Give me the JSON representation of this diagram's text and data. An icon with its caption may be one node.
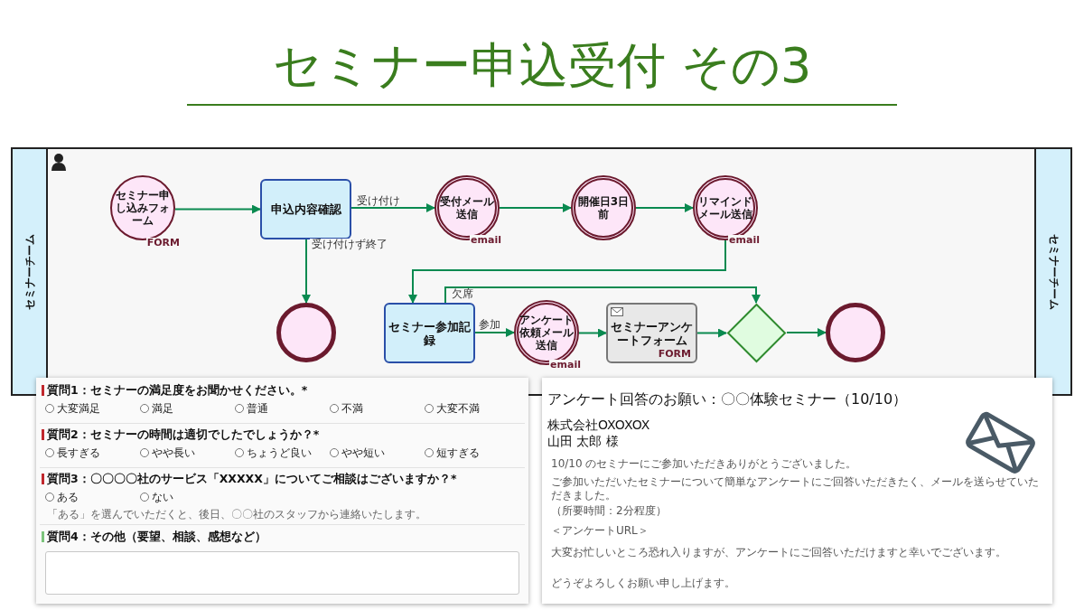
{
  "diagram": {
    "title": "セミナー申込受付 その3",
    "nodes": [
      {
        "text": [
          "セミナーチーム"
        ]
      },
      {
        "text": [
          "セミナーチーム"
        ]
      },
      {
        "text": [
          "セミナー申し込みフォーム",
          "FORM"
        ]
      },
      {
        "text": [
          "申込内容確認"
        ]
      },
      {
        "text": [
          "受付メール送信",
          "email"
        ]
      },
      {
        "text": [
          "開催日3日前"
        ]
      },
      {
        "text": [
          "リマインドメール送信",
          "email"
        ]
      },
      {
        "text": [],
        "shape": "circle"
      },
      {
        "text": [
          "セミナー参加記録"
        ]
      },
      {
        "text": [
          "アンケート依頼メール送信",
          "email"
        ]
      },
      {
        "text": [
          "セミナーアンケートフォーム",
          "FORM"
        ]
      },
      {
        "text": [],
        "shape": "diamond"
      },
      {
        "text": [],
        "shape": "circle"
      }
    ],
    "edges": [
      {
        "from": 2,
        "to": 3,
        "arrow": "to"
      },
      {
        "from": 3,
        "to": 4,
        "arrow": "to",
        "label": "受け付け"
      },
      {
        "from": 3,
        "to": 7,
        "arrow": "to",
        "label": "受け付けず終了"
      },
      {
        "from": 4,
        "to": 5,
        "arrow": "to"
      },
      {
        "from": 5,
        "to": 6,
        "arrow": "to"
      },
      {
        "from": 6,
        "to": 8,
        "arrow": "to"
      },
      {
        "from": 8,
        "to": 9,
        "arrow": "to",
        "label": "参加"
      },
      {
        "from": 8,
        "to": 11,
        "arrow": "to",
        "label": "欠席"
      },
      {
        "from": 9,
        "to": 10,
        "arrow": "to"
      },
      {
        "from": 10,
        "to": 11,
        "arrow": "to"
      },
      {
        "from": 11,
        "to": 12,
        "arrow": "to"
      }
    ],
    "labels": [
      "質問1：セミナーの満足度をお聞かせください。*",
      "大変満足",
      "満足",
      "普通",
      "不満",
      "大変不満",
      "質問2：セミナーの時間は適切でしたでしょうか？*",
      "長すぎる",
      "やや長い",
      "ちょうど良い",
      "やや短い",
      "短すぎる",
      "質問3：〇〇〇〇社のサービス「XXXXX」についてご相談はございますか？*",
      "ある",
      "ない",
      "「ある」を選んでいただくと、後日、〇〇社のスタッフから連絡いたします。",
      "質問4：その他（要望、相談、感想など）",
      "アンケート回答のお願い：〇〇体験セミナー（10/10）",
      "株式会社OXOXOX",
      "山田 太郎 様",
      "10/10 のセミナーにご参加いただきありがとうございました。",
      "ご参加いただいたセミナーについて簡単なアンケートにご回答いただきたく、メールを送らせていただきました。",
      "（所要時間：2分程度）",
      "＜アンケートURL＞",
      "大変お忙しいところ恐れ入りますが、アンケートにご回答いただけますと幸いでございます。",
      "どうぞよろしくお願い申し上げます。"
    ]
  }
}
